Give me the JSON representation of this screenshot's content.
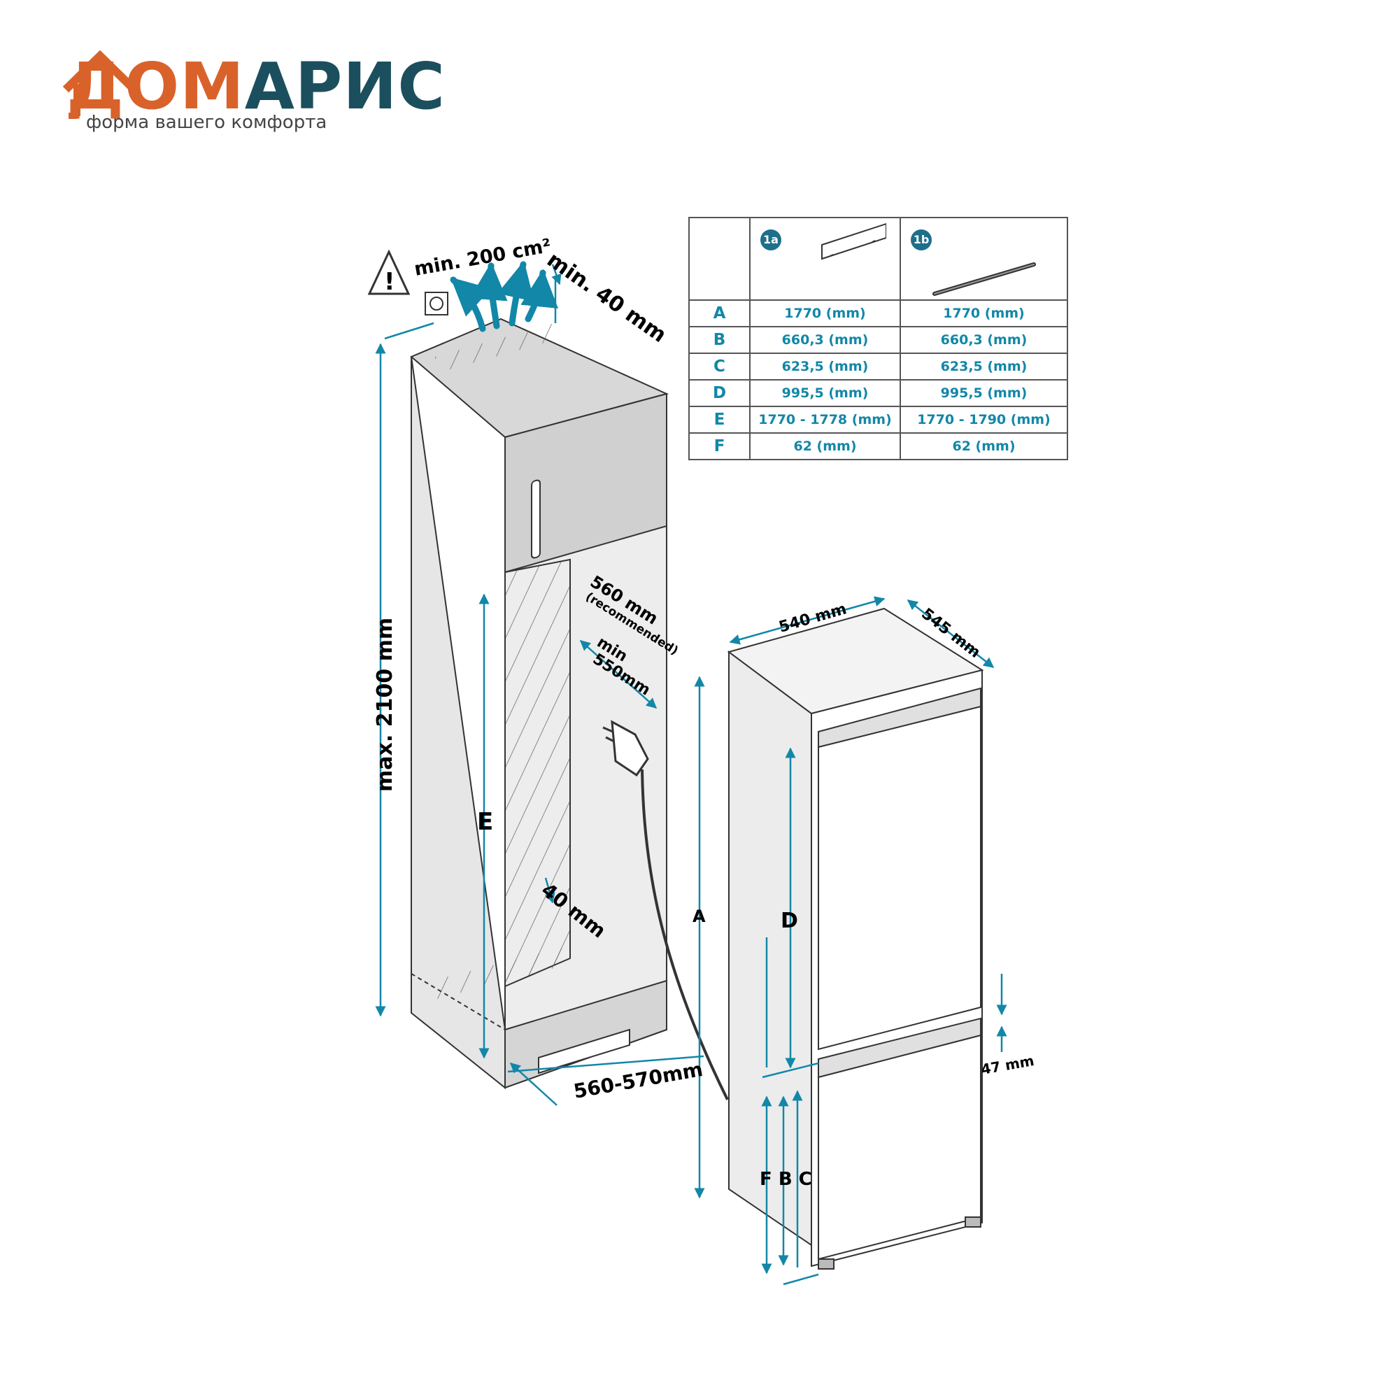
{
  "logo": {
    "word_part1": "ДОМ",
    "word_part2": "АРИС",
    "tagline": "форма вашего комфорта"
  },
  "table": {
    "columns": [
      "1a",
      "1b"
    ],
    "rows": [
      {
        "key": "A",
        "v1a": "1770 (mm)",
        "v1b": "1770 (mm)"
      },
      {
        "key": "B",
        "v1a": "660,3 (mm)",
        "v1b": "660,3 (mm)"
      },
      {
        "key": "C",
        "v1a": "623,5 (mm)",
        "v1b": "623,5 (mm)"
      },
      {
        "key": "D",
        "v1a": "995,5 (mm)",
        "v1b": "995,5 (mm)"
      },
      {
        "key": "E",
        "v1a": "1770 - 1778 (mm)",
        "v1b": "1770 - 1790 (mm)"
      },
      {
        "key": "F",
        "v1a": "62 (mm)",
        "v1b": "62 (mm)"
      }
    ]
  },
  "labels": {
    "vent_area": "min. 200 cm²",
    "gap_top": "min. 40 mm",
    "height_max": "max. 2100 mm",
    "depth_recommended": "560 mm",
    "recommended": "(recommended)",
    "depth_min_1": "min",
    "depth_min_2": "550mm",
    "gap_back": "40 mm",
    "niche_width": "560-570mm",
    "e": "E",
    "width": "540 mm",
    "depth": "545 mm",
    "a": "A",
    "d": "D",
    "gap_47": "47 mm",
    "fbc": "F B C"
  },
  "colors": {
    "accent": "#1287a8",
    "line": "#333333",
    "fill": "#e6e6e6",
    "logo_orange": "#d9622b",
    "logo_teal": "#1b4f5e"
  }
}
